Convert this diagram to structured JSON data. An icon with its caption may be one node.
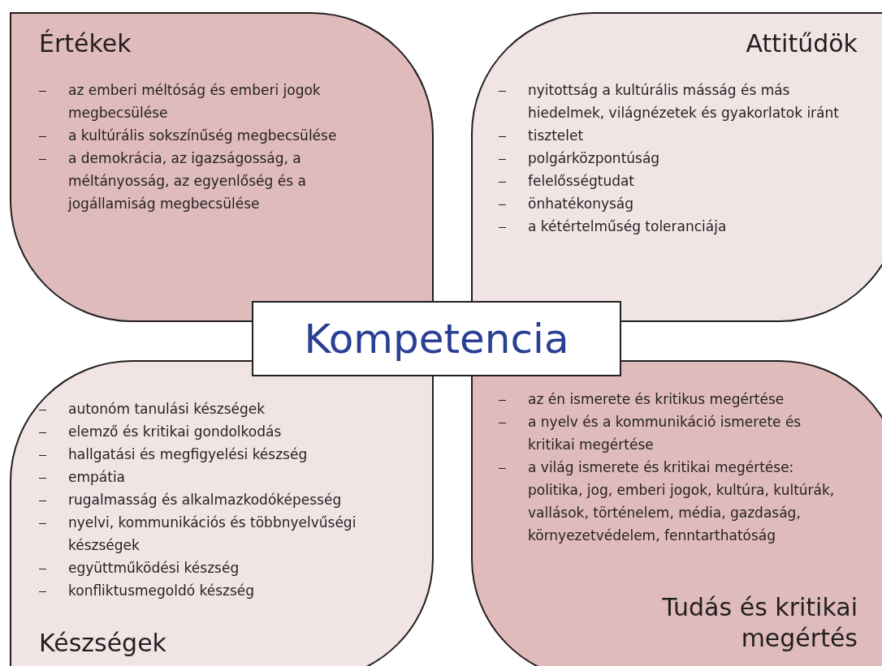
{
  "diagram": {
    "nodes": [
      {
        "text": [
          "Értékek",
          "az emberi méltóság és emberi jogok megbecsülése",
          "a kultúrális sokszínűség megbecsülése",
          "a demokrácia, az igazságosság, a méltányosság, az egyenlőség és a jogállamiság megbecsülése"
        ]
      },
      {
        "text": [
          "Attitűdök",
          "nyitottság a kultúrális másság és más hiedelmek, világnézetek és gyakorlatok iránt",
          "tisztelet",
          "polgárközpontúság",
          "felelősségtudat",
          "önhatékonyság",
          "a kétértelműség toleranciája"
        ]
      },
      {
        "text": [
          "Kompetencia"
        ]
      },
      {
        "text": [
          "autonóm tanulási készségek",
          "elemző és kritikai gondolkodás",
          "hallgatási és megfigyelési készség",
          "empátia",
          "rugalmasság és alkalmazkodóképesség",
          "nyelvi, kommunikációs és többnyelvűségi készségek",
          "együttműködési készség",
          "konfliktusmegoldó készség",
          "Készségek"
        ]
      },
      {
        "text": [
          "az én ismerete és kritikus megértése",
          "a nyelv és a  kommunikáció ismerete és kritikai megértése",
          "a világ ismerete és kritikai megértése: politika, jog, emberi jogok, kultúra, kultúrák, vallások, történelem, média, gazdaság, környezetvédelem, fenntarthatóság",
          "Tudás és kritikai megértés"
        ]
      }
    ]
  }
}
